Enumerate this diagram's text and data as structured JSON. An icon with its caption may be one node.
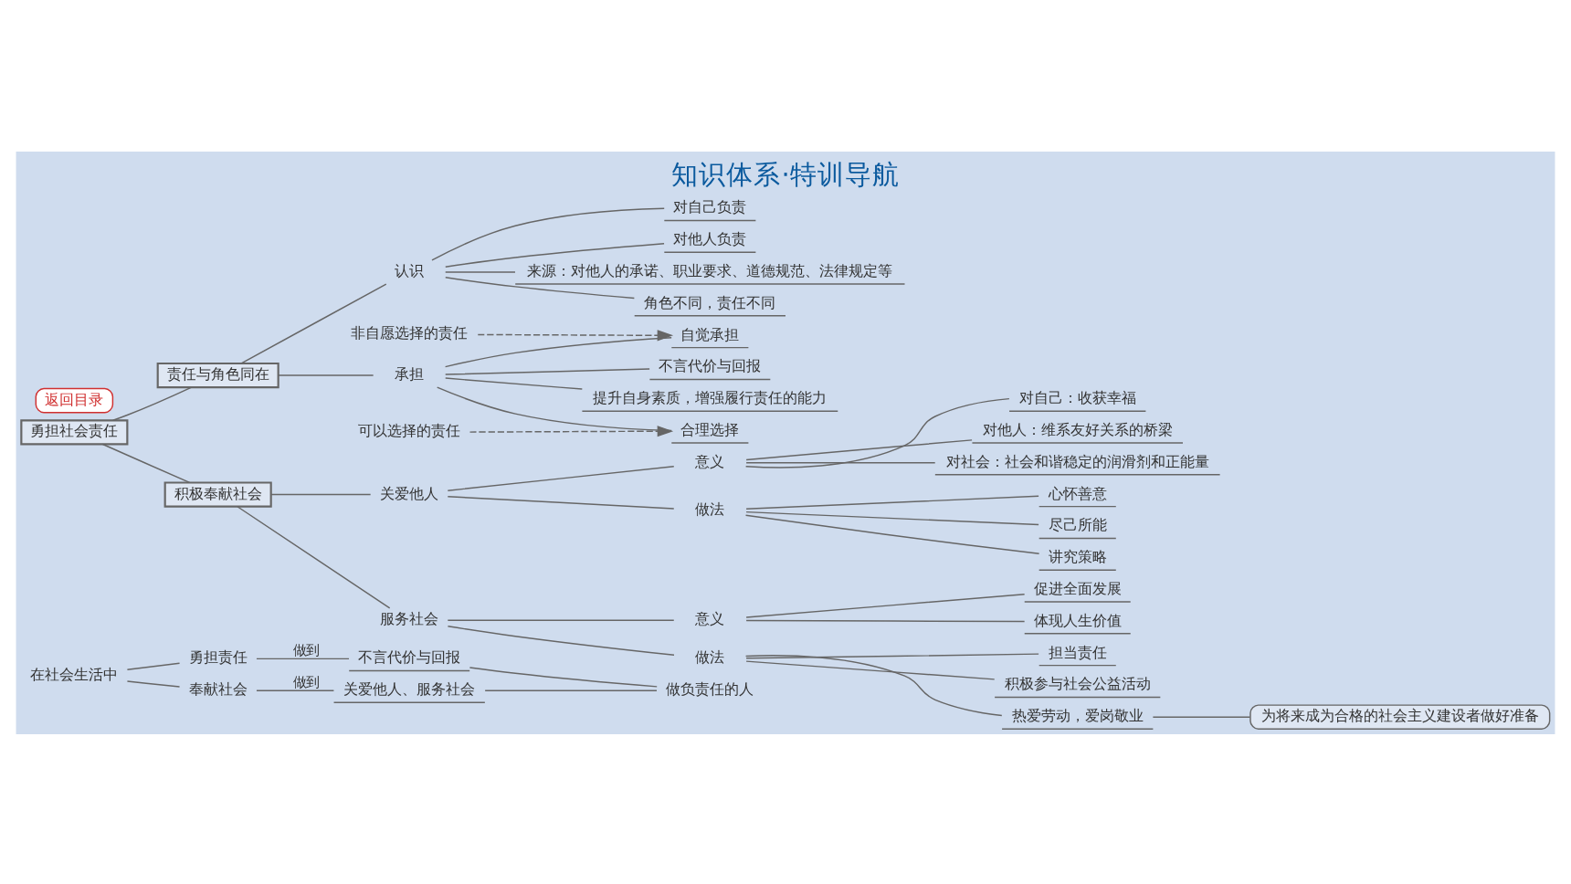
{
  "diagram": {
    "title": "知识体系·特训导航",
    "nodes": [
      {
        "text": [
          "在社会生活中"
        ]
      },
      {
        "text": [
          "勇担责任"
        ]
      },
      {
        "text": [
          "不言代价与回报"
        ]
      },
      {
        "text": [
          "奉献社会"
        ]
      },
      {
        "text": [
          "关爱他人、服务社会"
        ]
      },
      {
        "text": [
          "做负责任的人"
        ]
      },
      {
        "text": [
          "勇担社会责任"
        ]
      },
      {
        "text": [
          "责任与角色同在"
        ]
      },
      {
        "text": [
          "认识"
        ]
      },
      {
        "text": [
          "来源：对他人的承诺、职业要求、道德规范、法律规定等"
        ]
      },
      {
        "text": [
          "角色不同，责任不同"
        ]
      },
      {
        "text": [
          "对自己负责"
        ]
      },
      {
        "text": [
          "对他人负责"
        ]
      },
      {
        "text": [
          "承担"
        ]
      },
      {
        "text": [
          "不言代价与回报"
        ]
      },
      {
        "text": [
          "合理选择"
        ]
      },
      {
        "text": [
          "可以选择的责任"
        ]
      },
      {
        "text": [
          "自觉承担"
        ]
      },
      {
        "text": [
          "非自愿选择的责任"
        ]
      },
      {
        "text": [
          "提升自身素质，增强履行责任的能力"
        ]
      },
      {
        "text": [
          "积极奉献社会"
        ]
      },
      {
        "text": [
          "关爱他人"
        ]
      },
      {
        "text": [
          "意义"
        ]
      },
      {
        "text": [
          "对自己：收获幸福"
        ]
      },
      {
        "text": [
          "对他人：维系友好关系的桥梁"
        ]
      },
      {
        "text": [
          "对社会：社会和谐稳定的润滑剂和正能量"
        ]
      },
      {
        "text": [
          "做法"
        ]
      },
      {
        "text": [
          "心怀善意"
        ]
      },
      {
        "text": [
          "尽己所能"
        ]
      },
      {
        "text": [
          "讲究策略"
        ]
      },
      {
        "text": [
          "服务社会"
        ]
      },
      {
        "text": [
          "意义"
        ]
      },
      {
        "text": [
          "体现人生价值"
        ]
      },
      {
        "text": [
          "促进全面发展"
        ]
      },
      {
        "text": [
          "做法"
        ]
      },
      {
        "text": [
          "担当责任"
        ]
      },
      {
        "text": [
          "积极参与社会公益活动"
        ]
      },
      {
        "text": [
          "热爱劳动，爱岗敬业"
        ]
      },
      {
        "text": [
          "为将来成为合格的社会主义建设者做好准备"
        ]
      }
    ],
    "edges": [
      {
        "from": 0,
        "to": 1,
        "arrow": "none"
      },
      {
        "from": 0,
        "to": 3,
        "arrow": "none"
      },
      {
        "from": 1,
        "to": 2,
        "arrow": "none",
        "label": "做到"
      },
      {
        "from": 3,
        "to": 4,
        "arrow": "none",
        "label": "做到"
      },
      {
        "from": 2,
        "to": 5,
        "arrow": "none"
      },
      {
        "from": 4,
        "to": 5,
        "arrow": "none"
      },
      {
        "from": 6,
        "to": 7,
        "arrow": "none"
      },
      {
        "from": 6,
        "to": 20,
        "arrow": "none"
      },
      {
        "from": 7,
        "to": 8,
        "arrow": "none"
      },
      {
        "from": 7,
        "to": 13,
        "arrow": "none"
      },
      {
        "from": 8,
        "to": 9,
        "arrow": "none"
      },
      {
        "from": 8,
        "to": 10,
        "arrow": "none"
      },
      {
        "from": 8,
        "to": 11,
        "arrow": "none"
      },
      {
        "from": 8,
        "to": 12,
        "arrow": "none"
      },
      {
        "from": 13,
        "to": 14,
        "arrow": "none"
      },
      {
        "from": 13,
        "to": 15,
        "arrow": "none"
      },
      {
        "from": 13,
        "to": 17,
        "arrow": "none"
      },
      {
        "from": 13,
        "to": 19,
        "arrow": "none"
      },
      {
        "from": 16,
        "to": 15,
        "arrow": "to",
        "style": "dashed"
      },
      {
        "from": 18,
        "to": 17,
        "arrow": "to",
        "style": "dashed"
      },
      {
        "from": 20,
        "to": 21,
        "arrow": "none"
      },
      {
        "from": 20,
        "to": 30,
        "arrow": "none"
      },
      {
        "from": 21,
        "to": 22,
        "arrow": "none"
      },
      {
        "from": 21,
        "to": 26,
        "arrow": "none"
      },
      {
        "from": 22,
        "to": 23,
        "arrow": "none"
      },
      {
        "from": 22,
        "to": 24,
        "arrow": "none"
      },
      {
        "from": 22,
        "to": 25,
        "arrow": "none"
      },
      {
        "from": 26,
        "to": 27,
        "arrow": "none"
      },
      {
        "from": 26,
        "to": 28,
        "arrow": "none"
      },
      {
        "from": 26,
        "to": 29,
        "arrow": "none"
      },
      {
        "from": 30,
        "to": 31,
        "arrow": "none"
      },
      {
        "from": 30,
        "to": 34,
        "arrow": "none"
      },
      {
        "from": 31,
        "to": 32,
        "arrow": "none"
      },
      {
        "from": 31,
        "to": 33,
        "arrow": "none"
      },
      {
        "from": 34,
        "to": 35,
        "arrow": "none"
      },
      {
        "from": 34,
        "to": 36,
        "arrow": "none"
      },
      {
        "from": 34,
        "to": 37,
        "arrow": "none"
      },
      {
        "from": 37,
        "to": 38,
        "arrow": "none"
      }
    ],
    "labels": [
      "返回目录"
    ]
  }
}
